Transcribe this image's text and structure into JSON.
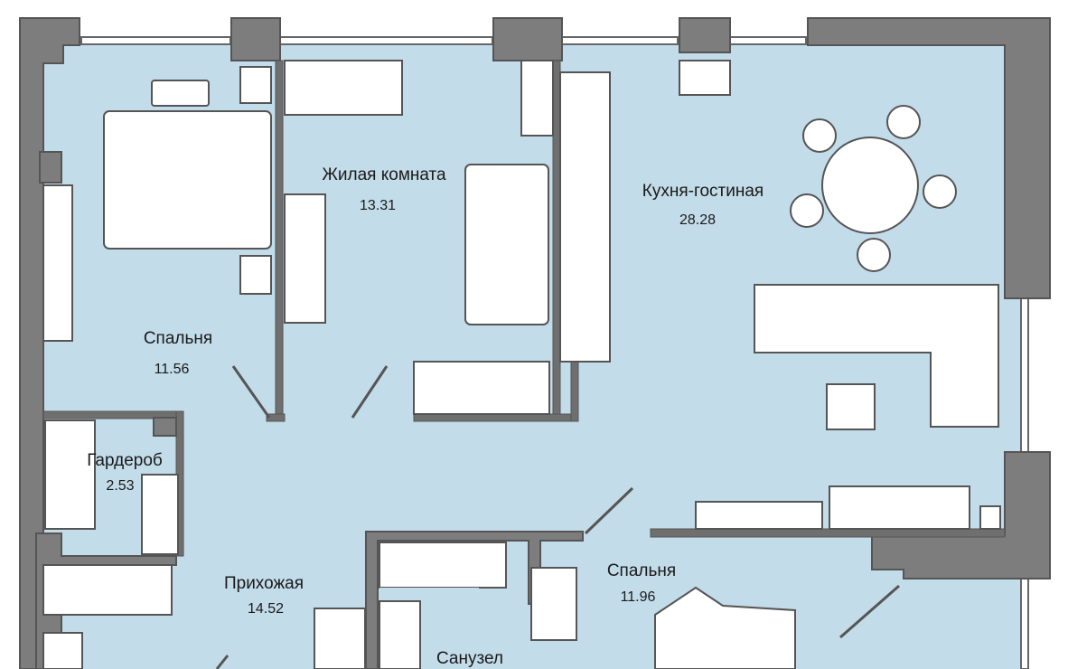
{
  "colors": {
    "floor": "#c3dce9",
    "wall": "#7d7d7d",
    "outline": "#555555"
  },
  "rooms": [
    {
      "name": "Жилая комната",
      "area": "13.31"
    },
    {
      "name": "Кухня-гостиная",
      "area": "28.28"
    },
    {
      "name": "Спальня",
      "area": "11.56"
    },
    {
      "name": "Гардероб",
      "area": "2.53"
    },
    {
      "name": "Прихожая",
      "area": "14.52"
    },
    {
      "name": "Спальня",
      "area": "11.96"
    },
    {
      "name": "Санузел"
    }
  ]
}
